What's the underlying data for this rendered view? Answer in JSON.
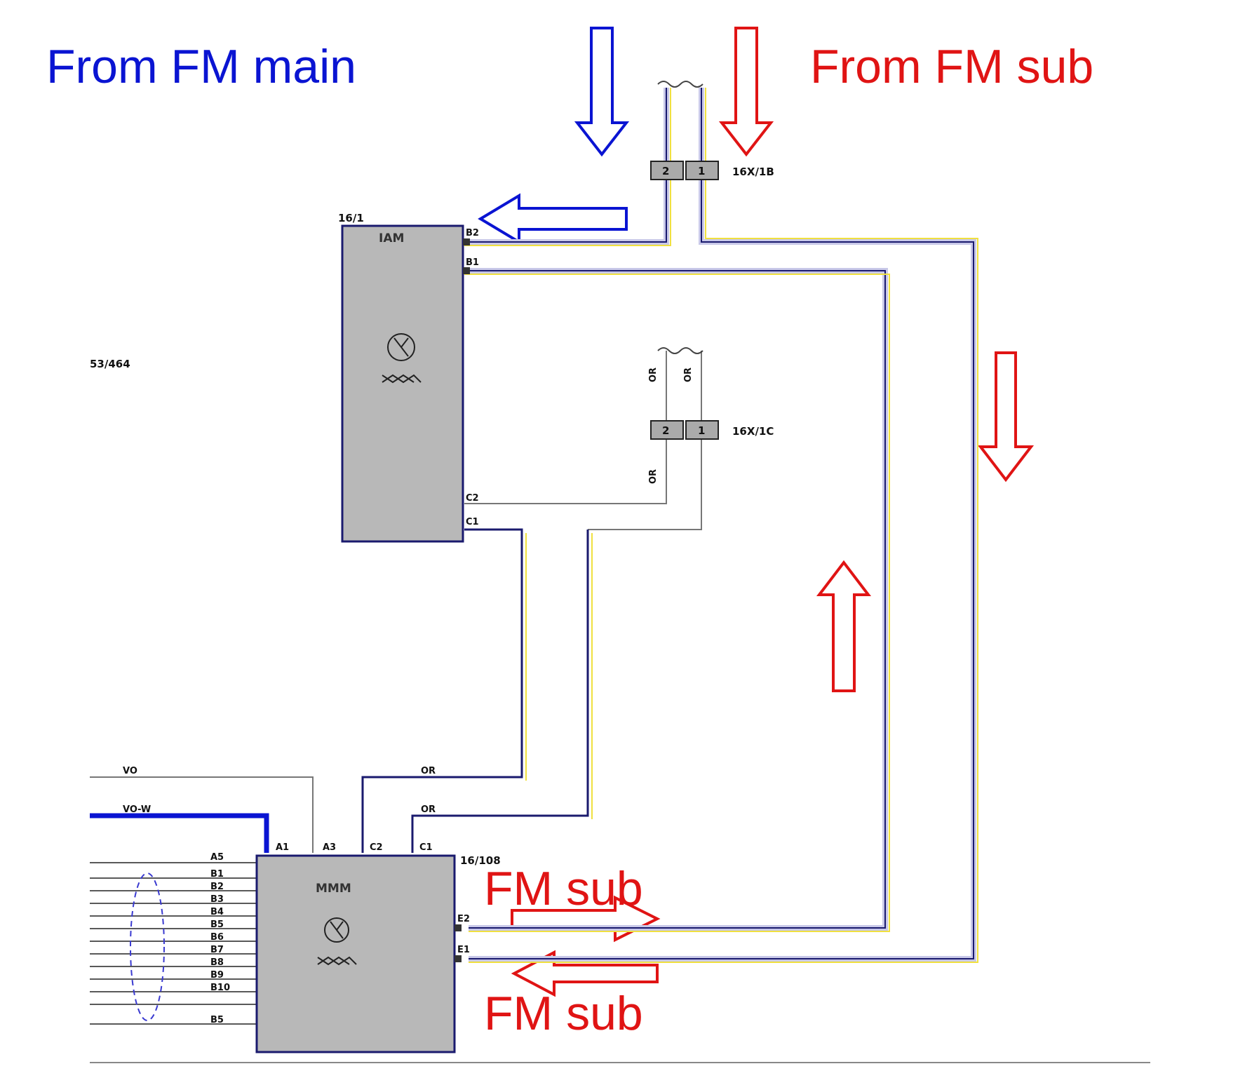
{
  "annotations": {
    "from_fm_main": "From FM main",
    "from_fm_sub": "From FM sub",
    "fm_sub_out": "FM sub",
    "fm_sub_in": "FM sub",
    "color_main": "#0a14d2",
    "color_sub": "#e01414"
  },
  "modules": {
    "iam": {
      "ref": "16/1",
      "name": "IAM",
      "pins": [
        "B2",
        "B1",
        "C2",
        "C1"
      ]
    },
    "mmm": {
      "ref": "16/108",
      "name": "MMM",
      "top_pins": [
        "A1",
        "A3",
        "C2",
        "C1"
      ],
      "right_pins": [
        "E2",
        "E1"
      ],
      "left_pins": [
        "A5",
        "B1",
        "B2",
        "B3",
        "B4",
        "B5",
        "B6",
        "B7",
        "B8",
        "B9",
        "B10",
        "B5"
      ]
    }
  },
  "connectors": {
    "top": {
      "ref": "16X/1B",
      "pins": [
        "2",
        "1"
      ]
    },
    "mid": {
      "ref": "16X/1C",
      "pins": [
        "2",
        "1"
      ]
    }
  },
  "side_ref": {
    "text": "53/464"
  },
  "wires": {
    "vo": "VO",
    "vo_w": "VO-W",
    "or_1": "OR",
    "or_2": "OR",
    "or_v1": "OR",
    "or_v2": "OR",
    "or_v3": "OR"
  }
}
